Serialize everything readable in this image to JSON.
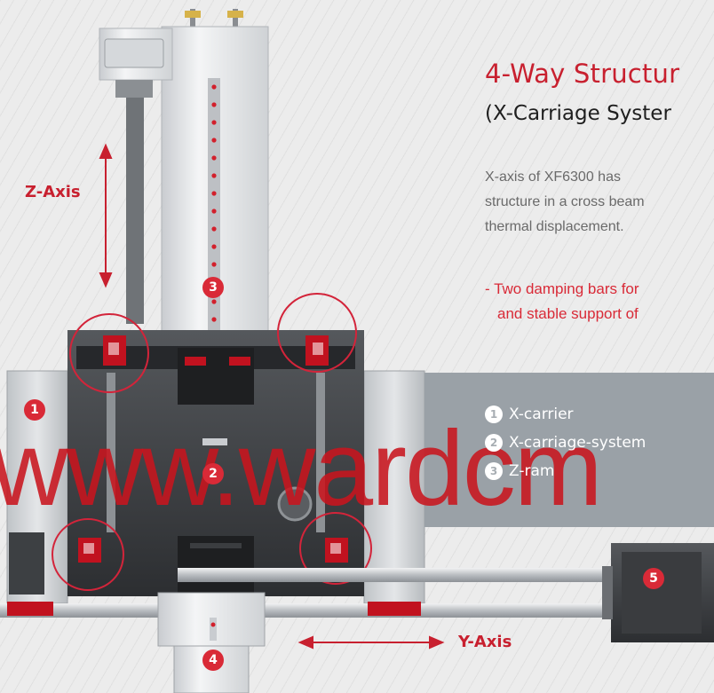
{
  "heading": {
    "title": "4-Way Structur",
    "subtitle": "(X-Carriage Syster"
  },
  "description": {
    "line1": "X-axis  of  XF6300  has",
    "line2": "structure in a cross beam",
    "line3": "thermal displacement."
  },
  "bullet": {
    "line1": "- Two damping bars for",
    "line2": "and stable support of"
  },
  "legend": [
    {
      "num": "1",
      "label": "X-carrier"
    },
    {
      "num": "2",
      "label": "X-carriage-system"
    },
    {
      "num": "3",
      "label": "Z-ram"
    }
  ],
  "axes": {
    "z": "Z-Axis",
    "y": "Y-Axis"
  },
  "callouts": [
    "1",
    "2",
    "3",
    "4",
    "5"
  ],
  "watermark": "www.wardcm",
  "colors": {
    "accent": "#c8202f",
    "legend_band": "#9aa1a7",
    "frame_dark": "#35373a",
    "background": "#ececec"
  }
}
